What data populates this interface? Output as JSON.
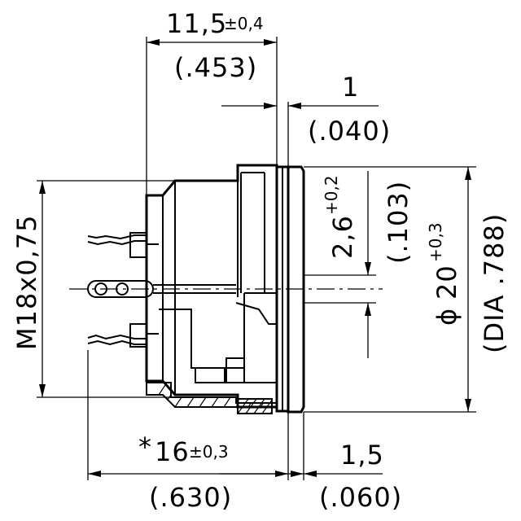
{
  "dimensions": {
    "width_top": {
      "value": "11,5",
      "tolerance": "±0,4",
      "inch": "(.453)"
    },
    "flange": {
      "value": "1",
      "inch": "(.040)"
    },
    "offset": {
      "value": "2,6",
      "tolerance": "+0,2",
      "inch": "(.103)"
    },
    "diameter": {
      "symbol": "ϕ",
      "value": "20",
      "tolerance": "+0,3",
      "inch": "(DIA .788)"
    },
    "thread": {
      "value": "M18x0,75"
    },
    "length_bottom": {
      "prefix": "*",
      "value": "16",
      "tolerance": "±0,3",
      "inch": "(.630)"
    },
    "lip": {
      "value": "1,5",
      "inch": "(.060)"
    }
  }
}
